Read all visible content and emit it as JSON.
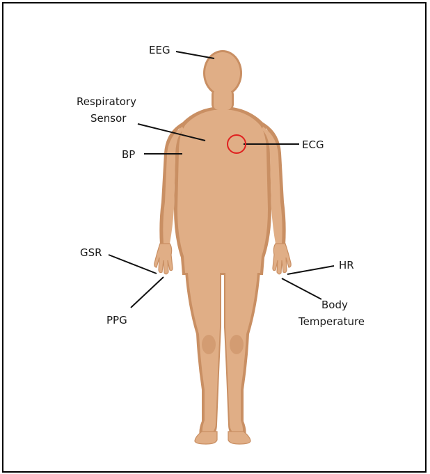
{
  "labels": {
    "eeg": "EEG",
    "respiratory_line1": "Respiratory",
    "respiratory_line2": "Sensor",
    "bp": "BP",
    "ecg": "ECG",
    "gsr": "GSR",
    "ppg": "PPG",
    "hr": "HR",
    "body_temp_line1": "Body",
    "body_temp_line2": "Temperature"
  },
  "colors": {
    "skin": "#e0ae86",
    "skin_shadow": "#c98f63",
    "leader_line": "#111111",
    "ecg_marker": "#e0201f",
    "frame": "#000000"
  }
}
